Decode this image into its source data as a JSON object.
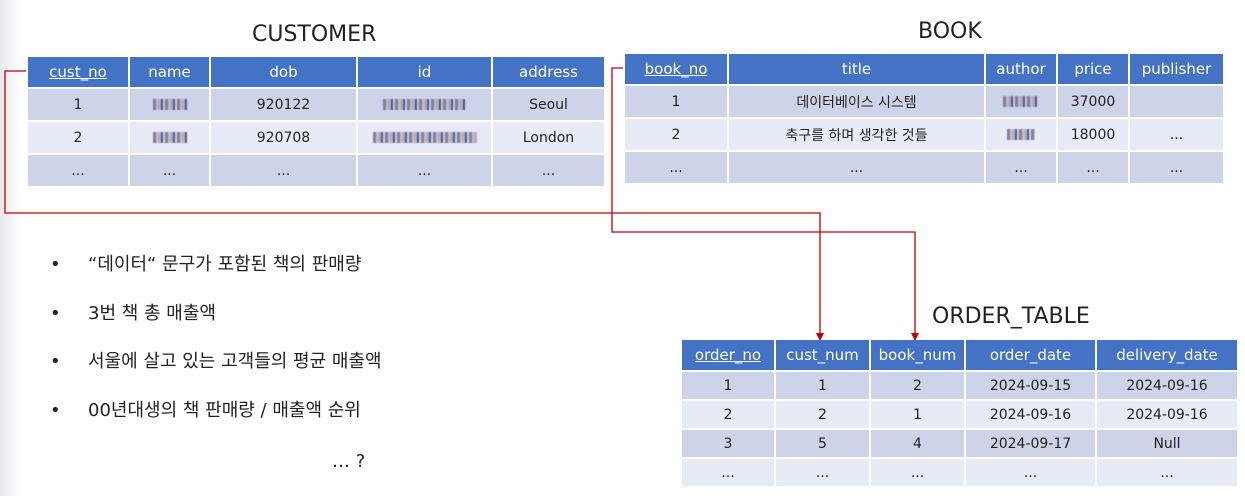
{
  "customer": {
    "title": "CUSTOMER",
    "columns": [
      "cust_no",
      "name",
      "dob",
      "id",
      "address"
    ],
    "rows": [
      [
        "1",
        "",
        "920122",
        "",
        "Seoul"
      ],
      [
        "2",
        "",
        "920708",
        "",
        "London"
      ],
      [
        "...",
        "...",
        "...",
        "...",
        "..."
      ]
    ]
  },
  "book": {
    "title": "BOOK",
    "columns": [
      "book_no",
      "title",
      "author",
      "price",
      "publisher"
    ],
    "rows": [
      [
        "1",
        "데이터베이스 시스템",
        "",
        "37000",
        ""
      ],
      [
        "2",
        "축구를 하며 생각한 것들",
        "",
        "18000",
        "..."
      ],
      [
        "...",
        "...",
        "...",
        "...",
        "..."
      ]
    ]
  },
  "order_table": {
    "title": "ORDER_TABLE",
    "columns": [
      "order_no",
      "cust_num",
      "book_num",
      "order_date",
      "delivery_date"
    ],
    "rows": [
      [
        "1",
        "1",
        "2",
        "2024-09-15",
        "2024-09-16"
      ],
      [
        "2",
        "2",
        "1",
        "2024-09-16",
        "2024-09-16"
      ],
      [
        "3",
        "5",
        "4",
        "2024-09-17",
        "Null"
      ],
      [
        "...",
        "...",
        "...",
        "...",
        "..."
      ]
    ]
  },
  "bullets": [
    "“데이터“ 문구가 포함된 책의 판매량",
    "3번 책 총 매출액",
    "서울에 살고 있는 고객들의 평균 매출액",
    "00년대생의 책 판매량 / 매출액 순위"
  ],
  "bullet_symbol": "•",
  "trailing": "… ?",
  "colors": {
    "header": "#4472c4",
    "row_odd": "#cdd4ea",
    "row_even": "#e8ebf5",
    "relation_line": "#c00000"
  }
}
